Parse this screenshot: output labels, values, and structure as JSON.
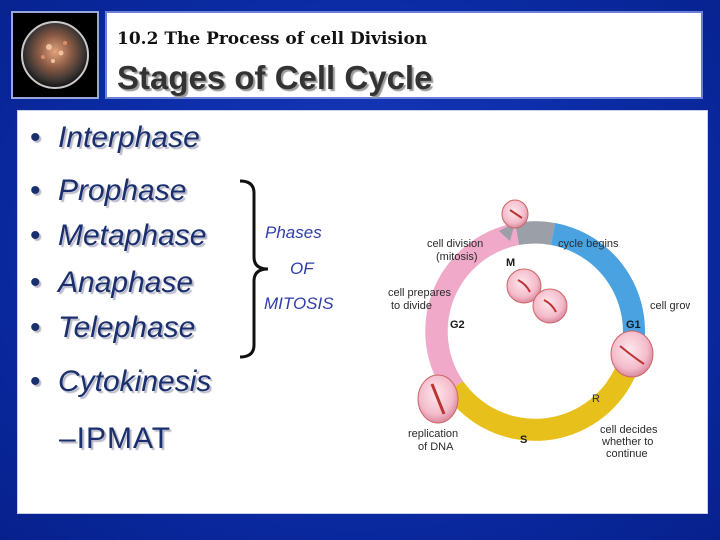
{
  "header": {
    "subtitle": "10.2 The Process of cell Division",
    "title": "Stages of Cell Cycle",
    "logo_icon": "cell-logo-icon"
  },
  "content": {
    "bullets": [
      {
        "label": "Interphase"
      },
      {
        "label": "Prophase"
      },
      {
        "label": "Metaphase"
      },
      {
        "label": "Anaphase"
      },
      {
        "label": "Telephase"
      },
      {
        "label": "Cytokinesis"
      }
    ],
    "bullet_glyph": "•",
    "sub_item": "–IPMAT",
    "phases_group": {
      "line1": "Phases",
      "line2": "OF",
      "line3": "MITOSIS"
    }
  },
  "diagram": {
    "labels": {
      "cell_division": "cell division",
      "mitosis": "(mitosis)",
      "cycle_begins": "cycle begins",
      "cell_prepares": "cell prepares",
      "to_divide": "to divide",
      "cell_grows": "cell grows",
      "replication": "replication",
      "of_dna": "of DNA",
      "cell_decides": "cell decides",
      "whether_to": "whether to",
      "continue": "continue"
    },
    "phases": {
      "m": "M",
      "g1": "G1",
      "g2": "G2",
      "s": "S",
      "r": "R"
    },
    "colors": {
      "m": "#9a9fa8",
      "g1": "#4aa3e0",
      "s": "#e7c01c",
      "g2": "#f0a9c9",
      "cell": "#f6c7d3"
    }
  }
}
